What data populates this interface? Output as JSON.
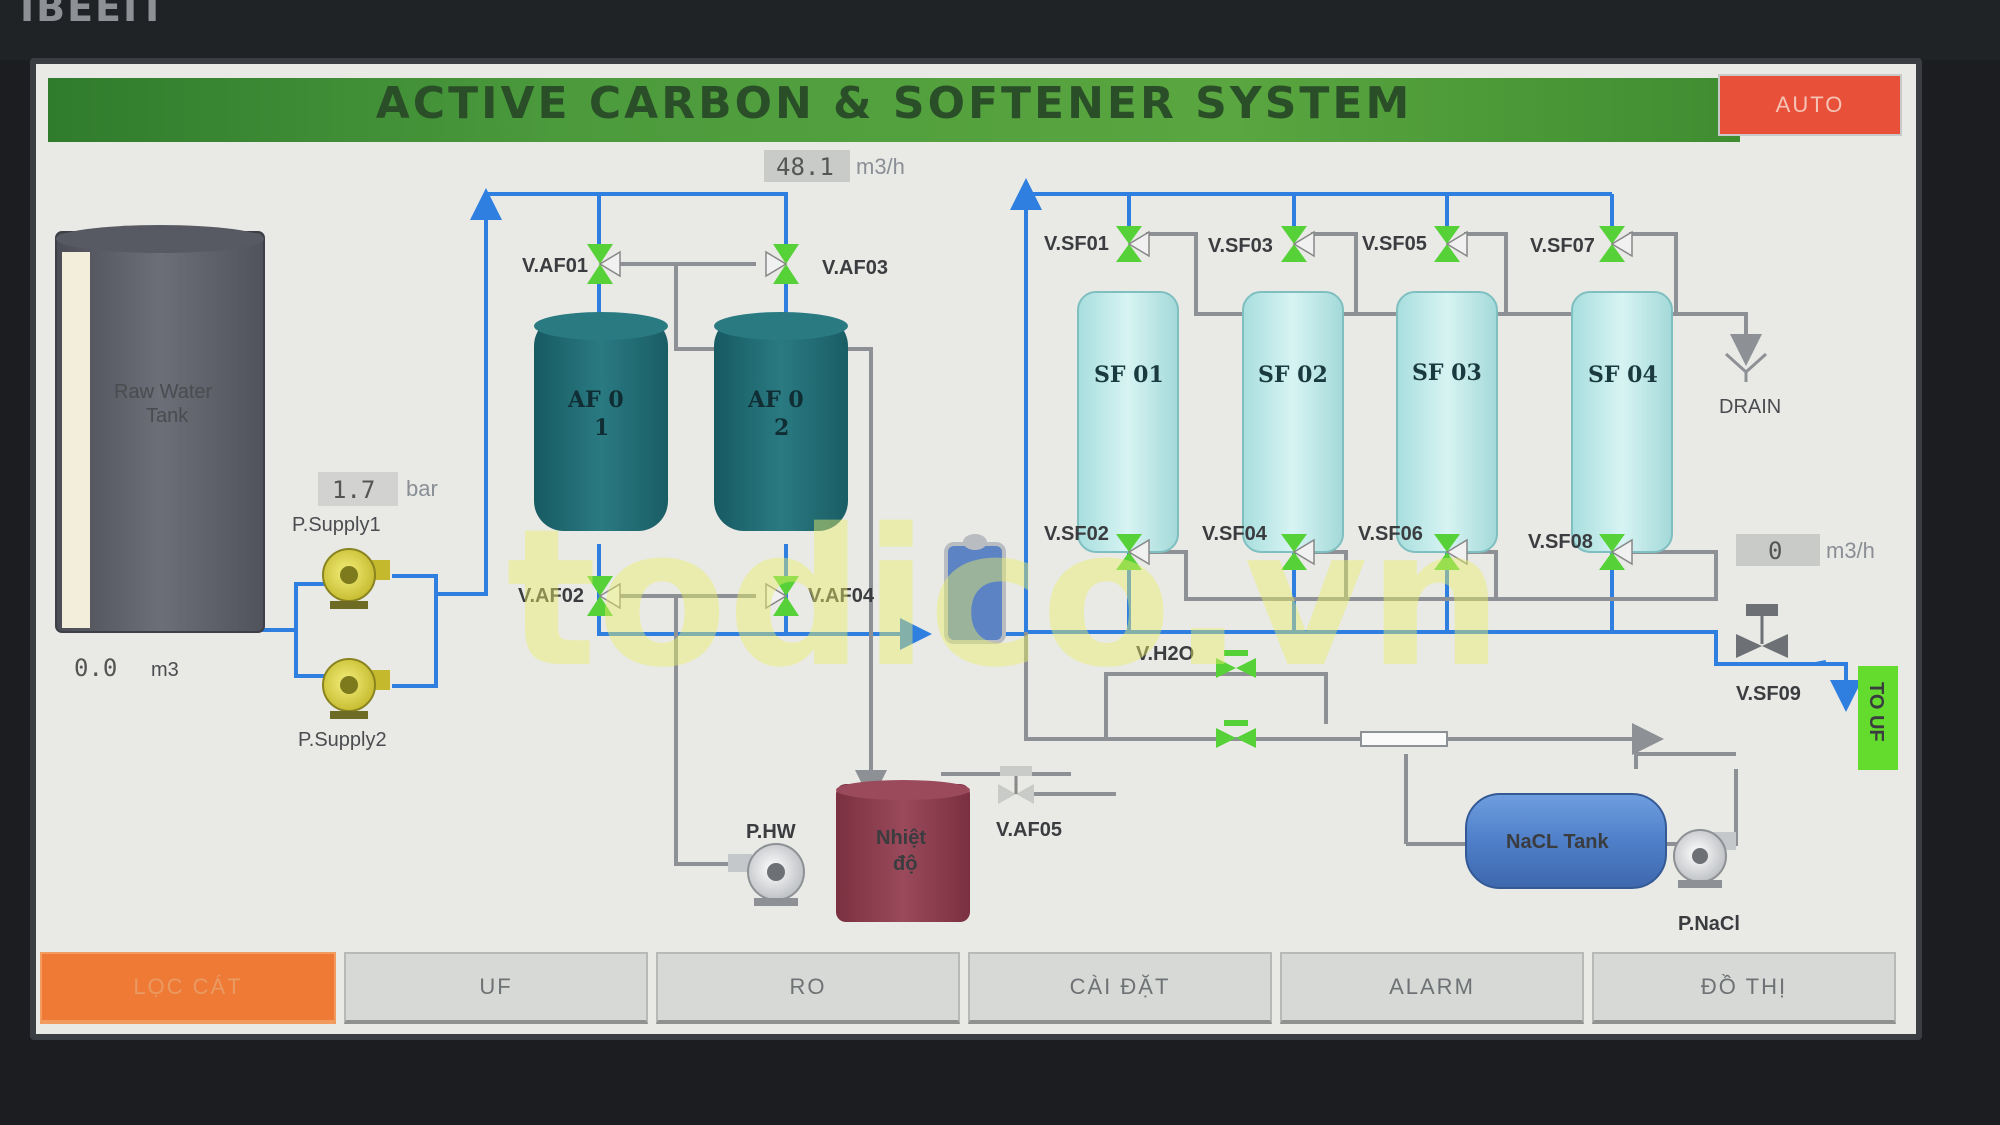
{
  "bezel": {
    "brand": "IBEEIT"
  },
  "header": {
    "title": "ACTIVE CARBON & SOFTENER SYSTEM",
    "mode_button": "AUTO"
  },
  "raw_tank": {
    "label_line1": "Raw Water",
    "label_line2": "Tank",
    "level_value": "0.0",
    "level_unit": "m3"
  },
  "pressure": {
    "value": "1.7",
    "unit": "bar"
  },
  "flow_top": {
    "value": "48.1",
    "unit": "m3/h"
  },
  "flow_out": {
    "value": "0",
    "unit": "m3/h"
  },
  "pumps": {
    "supply1": "P.Supply1",
    "supply2": "P.Supply2",
    "hw": "P.HW",
    "nacl": "P.NaCl"
  },
  "af_tanks": [
    {
      "line1": "AF 0",
      "line2": "1"
    },
    {
      "line1": "AF 0",
      "line2": "2"
    }
  ],
  "af_valves": {
    "af01": "V.AF01",
    "af02": "V.AF02",
    "af03": "V.AF03",
    "af04": "V.AF04",
    "af05": "V.AF05"
  },
  "sf_tanks": [
    "SF 01",
    "SF 02",
    "SF 03",
    "SF 04"
  ],
  "sf_valves": {
    "sf01": "V.SF01",
    "sf02": "V.SF02",
    "sf03": "V.SF03",
    "sf04": "V.SF04",
    "sf05": "V.SF05",
    "sf06": "V.SF06",
    "sf07": "V.SF07",
    "sf08": "V.SF08",
    "sf09": "V.SF09"
  },
  "h2o_valve": "V.H2O",
  "drain": "DRAIN",
  "to_uf": "TO UF",
  "heat_tank": {
    "line1": "Nhiệt",
    "line2": "độ"
  },
  "nacl_tank": "NaCL Tank",
  "watermark": "todico.vn",
  "tabs": [
    "LỌC CÁT",
    "UF",
    "RO",
    "CÀI ĐẶT",
    "ALARM",
    "ĐỒ THỊ"
  ],
  "colors": {
    "pipe_water": "#2f7fe0",
    "pipe_drain": "#8d9094",
    "af_tank": "#1f6b72",
    "sf_tank": "#bfeaea",
    "heat_tank": "#8a3a4a",
    "nacl_tank": "#4f7fc8",
    "valve_green": "#56d138",
    "auto_button": "#e8503a",
    "active_tab": "#ef7a35"
  }
}
